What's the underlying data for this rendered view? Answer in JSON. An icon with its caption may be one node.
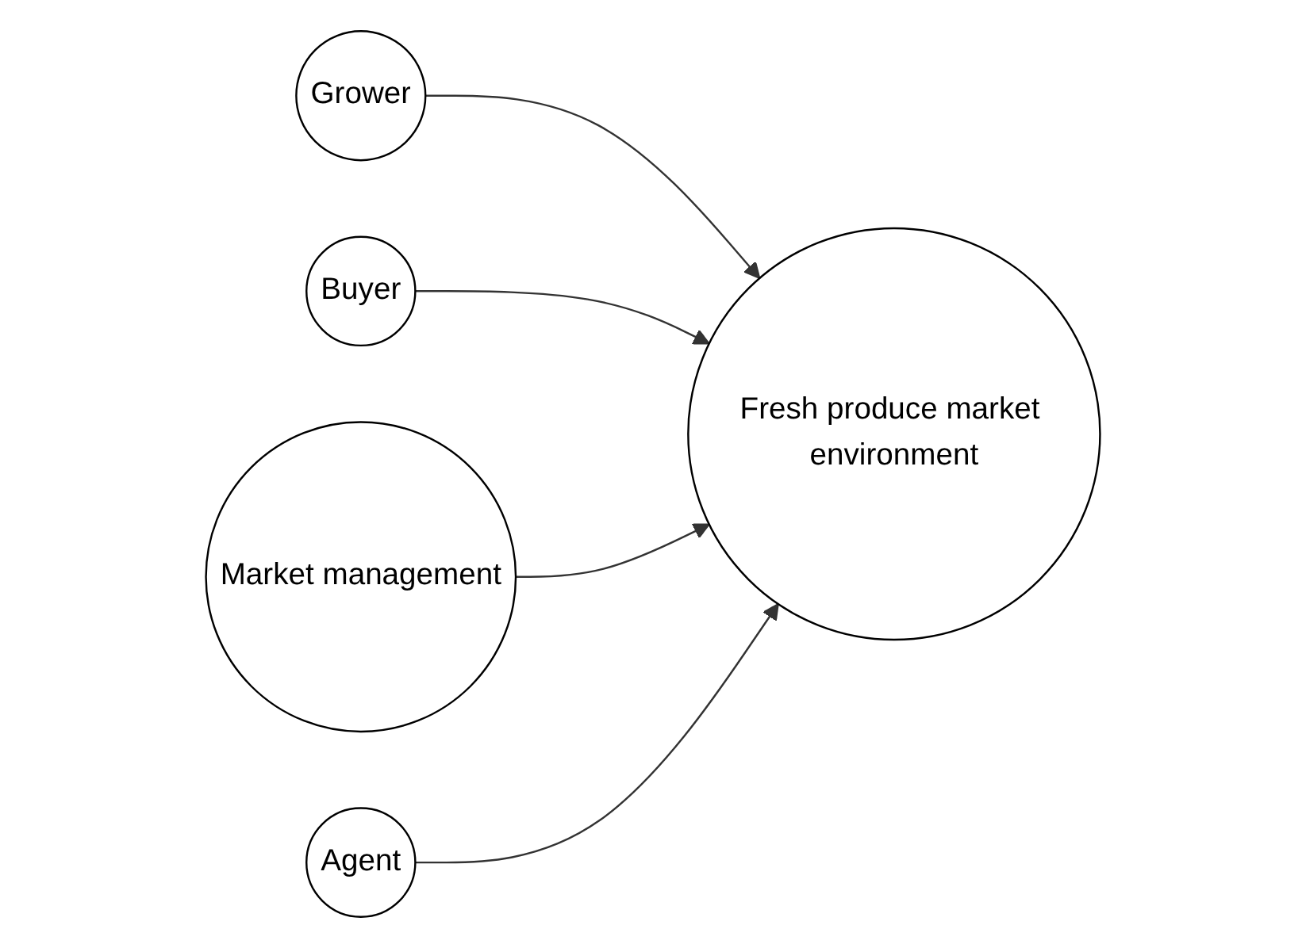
{
  "diagram": {
    "nodes": [
      {
        "text": [
          "Grower"
        ]
      },
      {
        "text": [
          "Buyer"
        ]
      },
      {
        "text": [
          "Fresh produce market environment"
        ]
      },
      {
        "text": [
          "Market management"
        ]
      },
      {
        "text": [
          "Agent"
        ]
      }
    ],
    "edges": [
      {
        "from": 0,
        "to": 2,
        "arrow": "to"
      },
      {
        "from": 1,
        "to": 2,
        "arrow": "to"
      },
      {
        "from": 3,
        "to": 2,
        "arrow": "to"
      },
      {
        "from": 4,
        "to": 2,
        "arrow": "to"
      }
    ]
  }
}
